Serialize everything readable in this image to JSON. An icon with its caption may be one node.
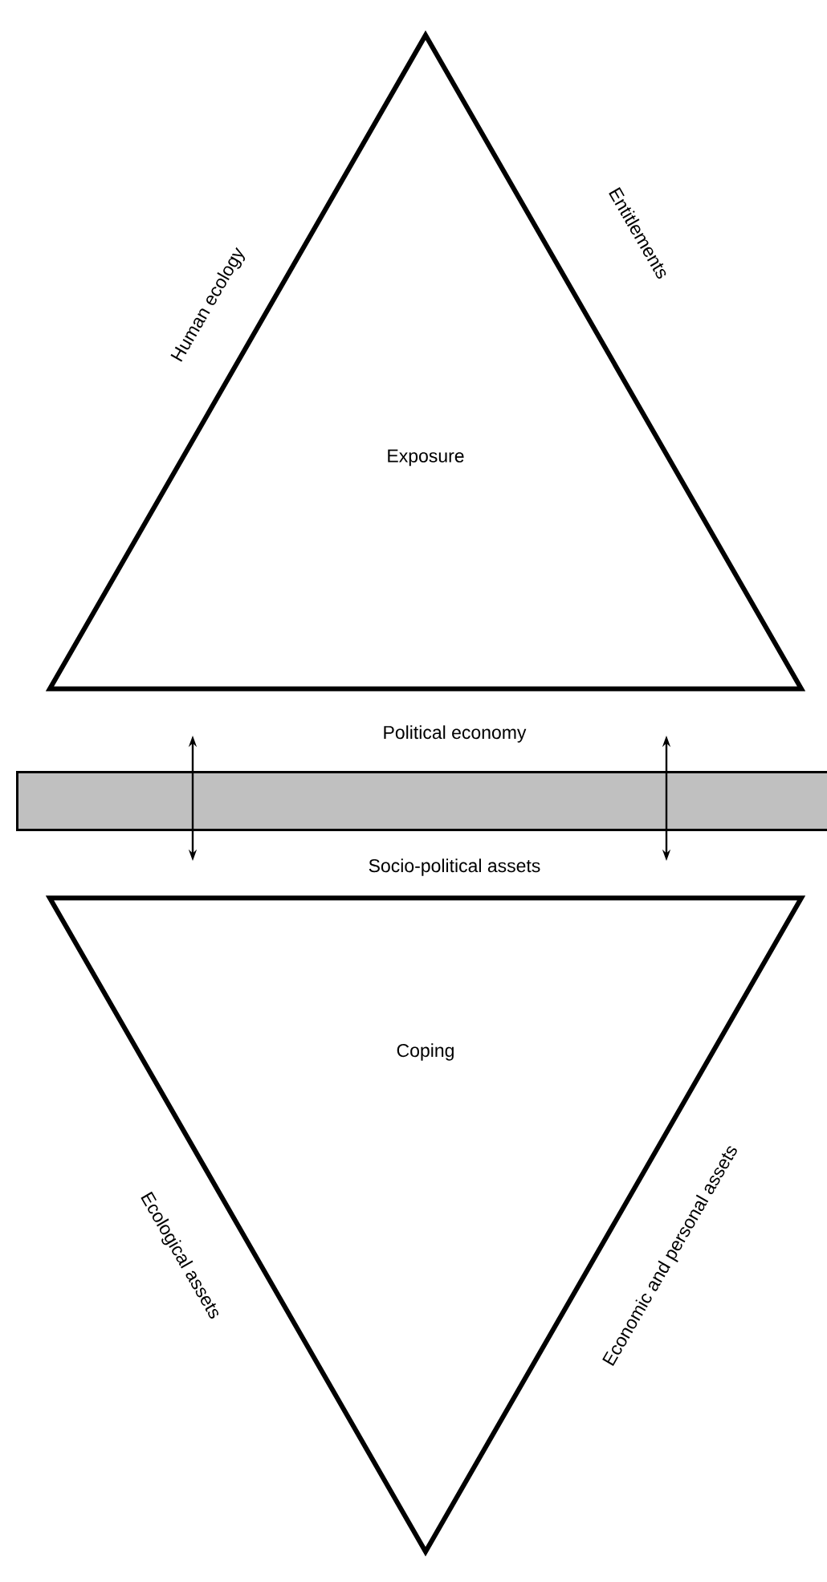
{
  "diagram": {
    "nodes": [
      {
        "text": [
          "Exposure",
          "Human ecology",
          "Entitlements"
        ]
      },
      {
        "text": [
          "Political economy",
          "Socio-political assets"
        ]
      },
      {
        "text": [
          "Coping",
          "Ecological assets",
          "Economic and personal assets"
        ]
      }
    ]
  }
}
